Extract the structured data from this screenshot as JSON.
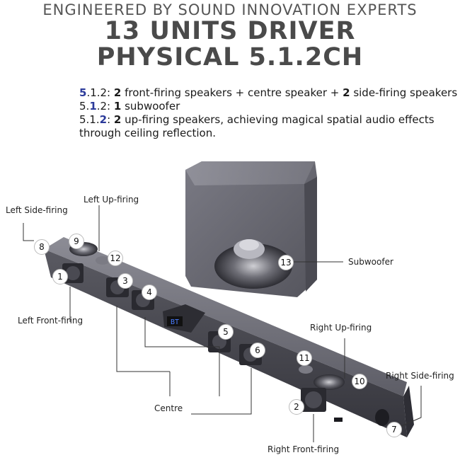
{
  "header": {
    "tagline": "ENGINEERED BY SOUND INNOVATION EXPERTS",
    "title_line1": "13 UNITS DRIVER",
    "title_line2": "PHYSICAL 5.1.2CH"
  },
  "specs": [
    {
      "code_a": "5",
      "code_b": ".1.2: ",
      "count": "2",
      "text": " front-firing speakers + centre speaker + ",
      "count2": "2",
      "text2": " side-firing speakers"
    },
    {
      "code_a": "5.",
      "code_b": "1",
      "code_c": ".2: ",
      "count": "1",
      "text": " subwoofer"
    },
    {
      "code_a": "5.1.",
      "code_b": "2",
      "code_c": ": ",
      "count": "2",
      "text": " up-firing speakers, achieving magical spatial audio effects",
      "text_cont": "through ceiling reflection."
    }
  ],
  "labels": {
    "left_side_firing": "Left Side-firing",
    "left_up_firing": "Left Up-firing",
    "subwoofer": "Subwoofer",
    "left_front_firing": "Left Front-firing",
    "right_up_firing": "Right Up-firing",
    "right_side_firing": "Right Side-firing",
    "centre": "Centre",
    "right_front_firing": "Right Front-firing"
  },
  "numbers": [
    "1",
    "2",
    "3",
    "4",
    "5",
    "6",
    "7",
    "8",
    "9",
    "10",
    "11",
    "12",
    "13"
  ],
  "display": {
    "readout": "BT"
  },
  "colors": {
    "accent": "#2b3a9a",
    "device": "#6b6b74"
  }
}
